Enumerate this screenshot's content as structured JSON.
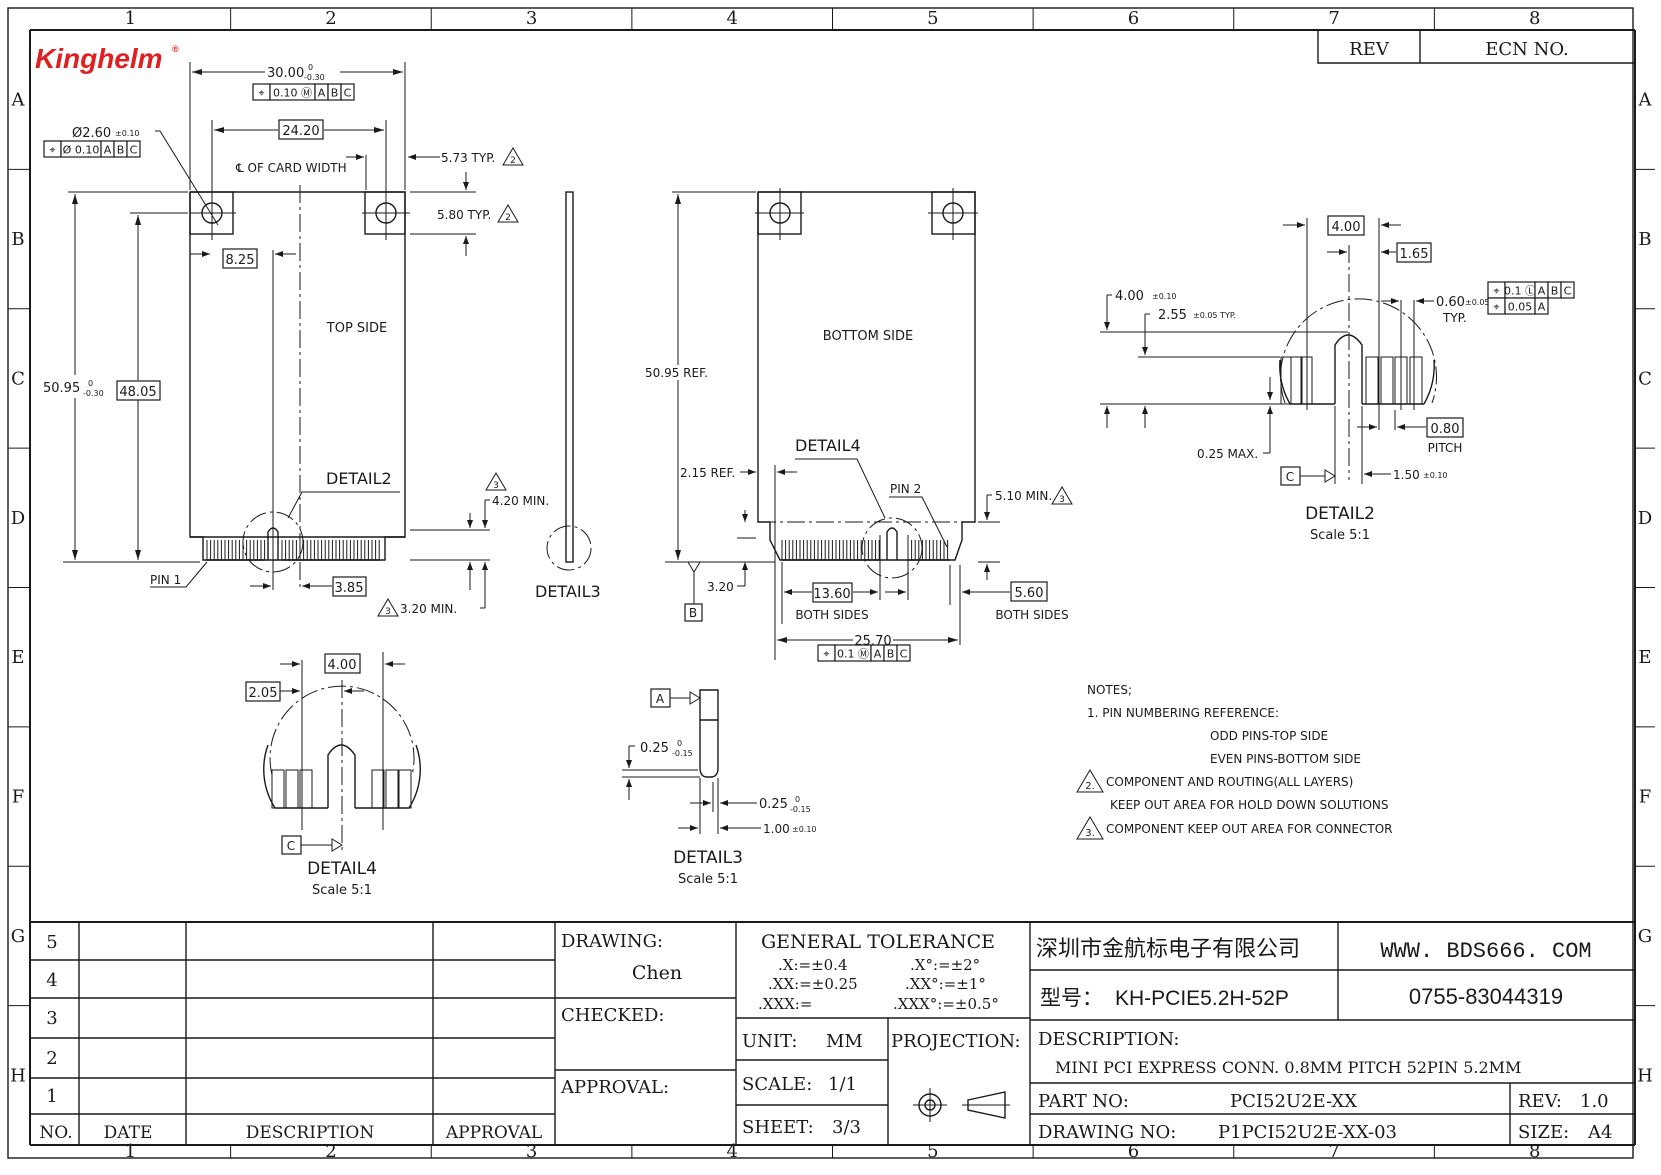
{
  "logo": {
    "text": "Kinghelm",
    "mark": "®",
    "color": "#e02020"
  },
  "border": {
    "columns": [
      "1",
      "2",
      "3",
      "4",
      "5",
      "6",
      "7",
      "8"
    ],
    "rows": [
      "A",
      "B",
      "C",
      "D",
      "E",
      "F",
      "G",
      "H"
    ]
  },
  "revision_block": {
    "rev_label": "REV",
    "ecn_label": "ECN NO."
  },
  "top_view": {
    "title": "TOP SIDE",
    "width_dim": "30.00",
    "width_tol_upper": "0",
    "width_tol_lower": "-0.30",
    "width_fcf": [
      "⌖",
      "0.10 Ⓜ",
      "A",
      "B",
      "C"
    ],
    "hole_dim": "Ø2.60",
    "hole_tol": "±0.10",
    "hole_fcf": [
      "⌖",
      "Ø 0.10",
      "A",
      "B",
      "C"
    ],
    "hole_spacing": "24.20",
    "centerline_label": "℄ OF CARD WIDTH",
    "hole_x_offset": "5.73 TYP.",
    "hole_x_note": "2",
    "hole_y_offset": "5.80 TYP.",
    "hole_y_note": "2",
    "key_offset": "8.25",
    "length_dim": "50.95",
    "length_tol_upper": "0",
    "length_tol_lower": "-0.30",
    "length_basic": "48.05",
    "detail_callout": "DETAIL2",
    "keepout_top": "4.20 MIN.",
    "keepout_top_note": "3",
    "keepout_bottom": "3.20 MIN.",
    "keepout_bottom_note": "3",
    "pin1_label": "PIN 1",
    "key_width": "3.85"
  },
  "side_view": {
    "detail_callout": "DETAIL3"
  },
  "bottom_view": {
    "title": "BOTTOM SIDE",
    "length_ref": "50.95 REF.",
    "edge_ref": "2.15 REF.",
    "detail_callout": "DETAIL4",
    "pin2_label": "PIN 2",
    "keepout": "5.10 MIN.",
    "keepout_note": "3",
    "datum_b_offset": "3.20",
    "datum_b": "B",
    "left_span": "13.60",
    "left_span_note": "BOTH SIDES",
    "right_span": "5.60",
    "right_span_note": "BOTH SIDES",
    "overall_span": "25.70",
    "overall_fcf": [
      "⌖",
      "0.1 Ⓜ",
      "A",
      "B",
      "C"
    ]
  },
  "detail2": {
    "title": "DETAIL2",
    "scale": "Scale 5:1",
    "key_width": "4.00",
    "key_offset": "1.65",
    "depth": "4.00",
    "depth_tol": "±0.10",
    "pad_len": "2.55",
    "pad_len_tol": "±0.05 TYP.",
    "pad_width": "0.60",
    "pad_width_tol": "±0.05",
    "pad_width_typ": "TYP.",
    "pad_fcf_1": [
      "⌖",
      "0.1 Ⓛ",
      "A",
      "B",
      "C"
    ],
    "pad_fcf_2": [
      "⌖",
      "0.05",
      "A"
    ],
    "pitch": "0.80",
    "pitch_label": "PITCH",
    "gap": "0.25 MAX.",
    "key_slot": "1.50",
    "key_slot_tol": "±0.10",
    "datum_c": "C"
  },
  "detail3": {
    "title": "DETAIL3",
    "scale": "Scale 5:1",
    "datum_a": "A",
    "chamfer": "0.25",
    "chamfer_tol_upper": "0",
    "chamfer_tol_lower": "-0.15",
    "edge": "0.25",
    "edge_tol_upper": "0",
    "edge_tol_lower": "-0.15",
    "thickness": "1.00",
    "thickness_tol": "±0.10"
  },
  "detail4": {
    "title": "DETAIL4",
    "scale": "Scale 5:1",
    "key_width": "4.00",
    "key_offset": "2.05",
    "datum_c": "C"
  },
  "notes": {
    "heading": "NOTES;",
    "lines": [
      "1. PIN NUMBERING REFERENCE:",
      "ODD PINS-TOP SIDE",
      "EVEN PINS-BOTTOM SIDE",
      "COMPONENT AND ROUTING(ALL LAYERS)",
      "KEEP OUT AREA FOR HOLD DOWN SOLUTIONS",
      "COMPONENT KEEP OUT AREA FOR CONNECTOR"
    ],
    "flag_2": "2.",
    "flag_3": "3."
  },
  "title_block": {
    "rev_rows": [
      "5",
      "4",
      "3",
      "2",
      "1"
    ],
    "rev_headers": {
      "no": "NO.",
      "date": "DATE",
      "description": "DESCRIPTION",
      "approval": "APPROVAL"
    },
    "drawing_label": "DRAWING:",
    "drawing_by": "Chen",
    "checked_label": "CHECKED:",
    "approval_label": "APPROVAL:",
    "tolerance_title": "GENERAL  TOLERANCE",
    "tolerances": [
      ".X:=±0.4",
      ".XX:=±0.25",
      ".XXX:="
    ],
    "angle_tolerances": [
      ".X°:=±2°",
      ".XX°:=±1°",
      ".XXX°:=±0.5°"
    ],
    "unit_label": "UNIT:",
    "unit_value": "MM",
    "projection_label": "PROJECTION:",
    "scale_label": "SCALE:",
    "scale_value": "1/1",
    "sheet_label": "SHEET:",
    "sheet_value": "3/3",
    "company_name": "深圳市金航标电子有限公司",
    "website": "WWW. BDS666. COM",
    "model_label": "型号：",
    "model_value": "KH-PCIE5.2H-52P",
    "phone": "0755-83044319",
    "description_label": "DESCRIPTION:",
    "description_value": "MINI  PCI  EXPRESS  CONN.  0.8MM  PITCH  52PIN  5.2MM",
    "part_no_label": "PART  NO:",
    "part_no_value": "PCI52U2E-XX",
    "rev_label": "REV:",
    "rev_value": "1.0",
    "drawing_no_label": "DRAWING  NO:",
    "drawing_no_value": "P1PCI52U2E-XX-03",
    "size_label": "SIZE:",
    "size_value": "A4"
  }
}
